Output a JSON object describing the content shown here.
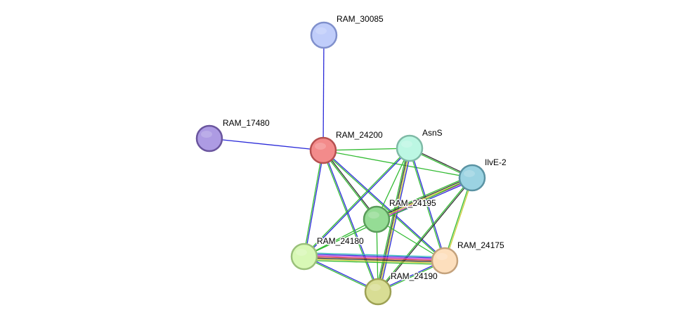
{
  "network": {
    "nodes": [
      {
        "id": "RAM_30085",
        "label": "RAM_30085",
        "color": "#c0cdfa",
        "stroke": "#8090cc"
      },
      {
        "id": "RAM_17480",
        "label": "RAM_17480",
        "color": "#ad9be3",
        "stroke": "#6a559e"
      },
      {
        "id": "RAM_24200",
        "label": "RAM_24200",
        "color": "#f38b8b",
        "stroke": "#b65050"
      },
      {
        "id": "AsnS",
        "label": "AsnS",
        "color": "#bcf7e3",
        "stroke": "#7fbaa6"
      },
      {
        "id": "IlvE-2",
        "label": "IlvE-2",
        "color": "#9bd3e2",
        "stroke": "#5a93a3"
      },
      {
        "id": "RAM_24195",
        "label": "RAM_24195",
        "color": "#95dc95",
        "stroke": "#5a9c5a"
      },
      {
        "id": "RAM_24180",
        "label": "RAM_24180",
        "color": "#d8f8b6",
        "stroke": "#9ac07a"
      },
      {
        "id": "RAM_24175",
        "label": "RAM_24175",
        "color": "#fddfbd",
        "stroke": "#c4a27c"
      },
      {
        "id": "RAM_24190",
        "label": "RAM_24190",
        "color": "#d8dd94",
        "stroke": "#9da154"
      }
    ],
    "edges": [
      {
        "source": "RAM_30085",
        "target": "RAM_24200",
        "colors": [
          "#2b2bd9"
        ]
      },
      {
        "source": "RAM_17480",
        "target": "RAM_24200",
        "colors": [
          "#2b2bd9"
        ]
      },
      {
        "source": "RAM_24200",
        "target": "AsnS",
        "colors": [
          "#33bb33"
        ]
      },
      {
        "source": "RAM_24200",
        "target": "IlvE-2",
        "colors": [
          "#33bb33"
        ]
      },
      {
        "source": "RAM_24200",
        "target": "RAM_24195",
        "colors": [
          "#333333",
          "#33bb33"
        ]
      },
      {
        "source": "RAM_24200",
        "target": "RAM_24180",
        "colors": [
          "#2b2bd9",
          "#33bb33"
        ]
      },
      {
        "source": "RAM_24200",
        "target": "RAM_24190",
        "colors": [
          "#2b2bd9",
          "#33bb33"
        ]
      },
      {
        "source": "RAM_24200",
        "target": "RAM_24175",
        "colors": [
          "#2b2bd9",
          "#33bb33"
        ]
      },
      {
        "source": "AsnS",
        "target": "IlvE-2",
        "colors": [
          "#333333",
          "#33bb33"
        ]
      },
      {
        "source": "AsnS",
        "target": "RAM_24195",
        "colors": [
          "#33bb33"
        ]
      },
      {
        "source": "AsnS",
        "target": "RAM_24180",
        "colors": [
          "#2b2bd9",
          "#33bb33"
        ]
      },
      {
        "source": "AsnS",
        "target": "RAM_24190",
        "colors": [
          "#2b2bd9",
          "#cccc33",
          "#333333",
          "#33bb33"
        ]
      },
      {
        "source": "AsnS",
        "target": "RAM_24175",
        "colors": [
          "#2b2bd9",
          "#33bb33"
        ]
      },
      {
        "source": "IlvE-2",
        "target": "RAM_24195",
        "colors": [
          "#2b2bd9",
          "#cc33cc",
          "#cccc33",
          "#333333",
          "#33bb33"
        ]
      },
      {
        "source": "IlvE-2",
        "target": "RAM_24180",
        "colors": [
          "#33bb33"
        ]
      },
      {
        "source": "IlvE-2",
        "target": "RAM_24190",
        "colors": [
          "#333333",
          "#33bb33"
        ]
      },
      {
        "source": "IlvE-2",
        "target": "RAM_24175",
        "colors": [
          "#cccc33",
          "#33bb33"
        ]
      },
      {
        "source": "RAM_24195",
        "target": "RAM_24180",
        "colors": [
          "#33bb33"
        ]
      },
      {
        "source": "RAM_24195",
        "target": "RAM_24190",
        "colors": [
          "#33bb33"
        ]
      },
      {
        "source": "RAM_24195",
        "target": "RAM_24175",
        "colors": [
          "#33bb33"
        ]
      },
      {
        "source": "RAM_24180",
        "target": "RAM_24175",
        "colors": [
          "#33bbbb",
          "#2b2bd9",
          "#cc33cc",
          "#cc3333",
          "#333333",
          "#cccc33",
          "#33bb33"
        ]
      },
      {
        "source": "RAM_24180",
        "target": "RAM_24190",
        "colors": [
          "#2b2bd9",
          "#33bb33"
        ]
      },
      {
        "source": "RAM_24190",
        "target": "RAM_24175",
        "colors": [
          "#2b2bd9",
          "#33bb33"
        ]
      }
    ]
  }
}
